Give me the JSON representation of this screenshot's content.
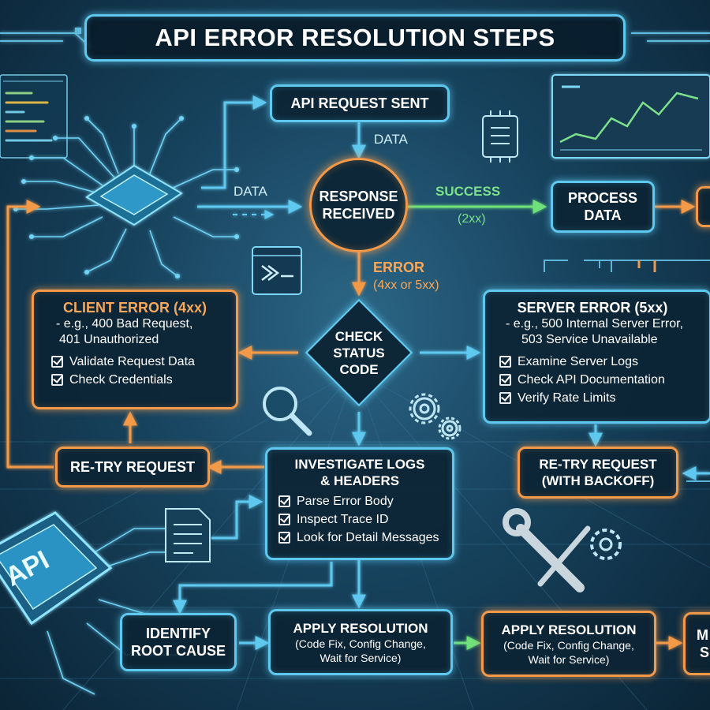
{
  "title": "API ERROR RESOLUTION STEPS",
  "nodes": {
    "request_sent": "API REQUEST SENT",
    "response_received": [
      "RESPONSE",
      "RECEIVED"
    ],
    "process_data": [
      "PROCESS",
      "DATA"
    ],
    "check_status": [
      "CHECK",
      "STATUS",
      "CODE"
    ],
    "client_error": {
      "title": "CLIENT ERROR (4xx)",
      "examples": [
        "- e.g., 400 Bad Request,",
        "401 Unauthorized"
      ],
      "checks": [
        "Validate Request Data",
        "Check Credentials"
      ]
    },
    "server_error": {
      "title": "SERVER ERROR (5xx)",
      "examples": [
        "- e.g., 500 Internal Server Error,",
        "503 Service Unavailable"
      ],
      "checks": [
        "Examine Server Logs",
        "Check API Documentation",
        "Verify Rate Limits"
      ]
    },
    "retry_left": "RE-TRY REQUEST",
    "retry_right": [
      "RE-TRY REQUEST",
      "(WITH BACKOFF)"
    ],
    "investigate": {
      "title": [
        "INVESTIGATE LOGS",
        "& HEADERS"
      ],
      "checks": [
        "Parse Error Body",
        "Inspect Trace ID",
        "Look for Detail Messages"
      ]
    },
    "root_cause": [
      "IDENTIFY",
      "ROOT CAUSE"
    ],
    "apply_1": {
      "title": "APPLY RESOLUTION",
      "detail": [
        "(Code Fix, Config Change,",
        "Wait for Service)"
      ]
    },
    "apply_2": {
      "title": "APPLY RESOLUTION",
      "detail": [
        "(Code Fix, Config Change,",
        "Wait for Service)"
      ]
    },
    "monitor_partial": [
      "M",
      "S"
    ]
  },
  "labels": {
    "data_top": "DATA",
    "data_left": "DATA",
    "success": "SUCCESS",
    "success_code": "(2xx)",
    "error": "ERROR",
    "error_code": "(4xx or 5xx)"
  },
  "chip_label": "API",
  "colors": {
    "flow_blue": "#5ec8ee",
    "flow_orange": "#f39a4a",
    "flow_green": "#6fe07a",
    "box_fill": "#0c2434"
  },
  "icons": [
    "cpu-chip-icon",
    "terminal-icon",
    "magnifier-icon",
    "gears-icon",
    "document-icon",
    "wrench-icon",
    "line-chart-icon",
    "code-window-icon"
  ]
}
